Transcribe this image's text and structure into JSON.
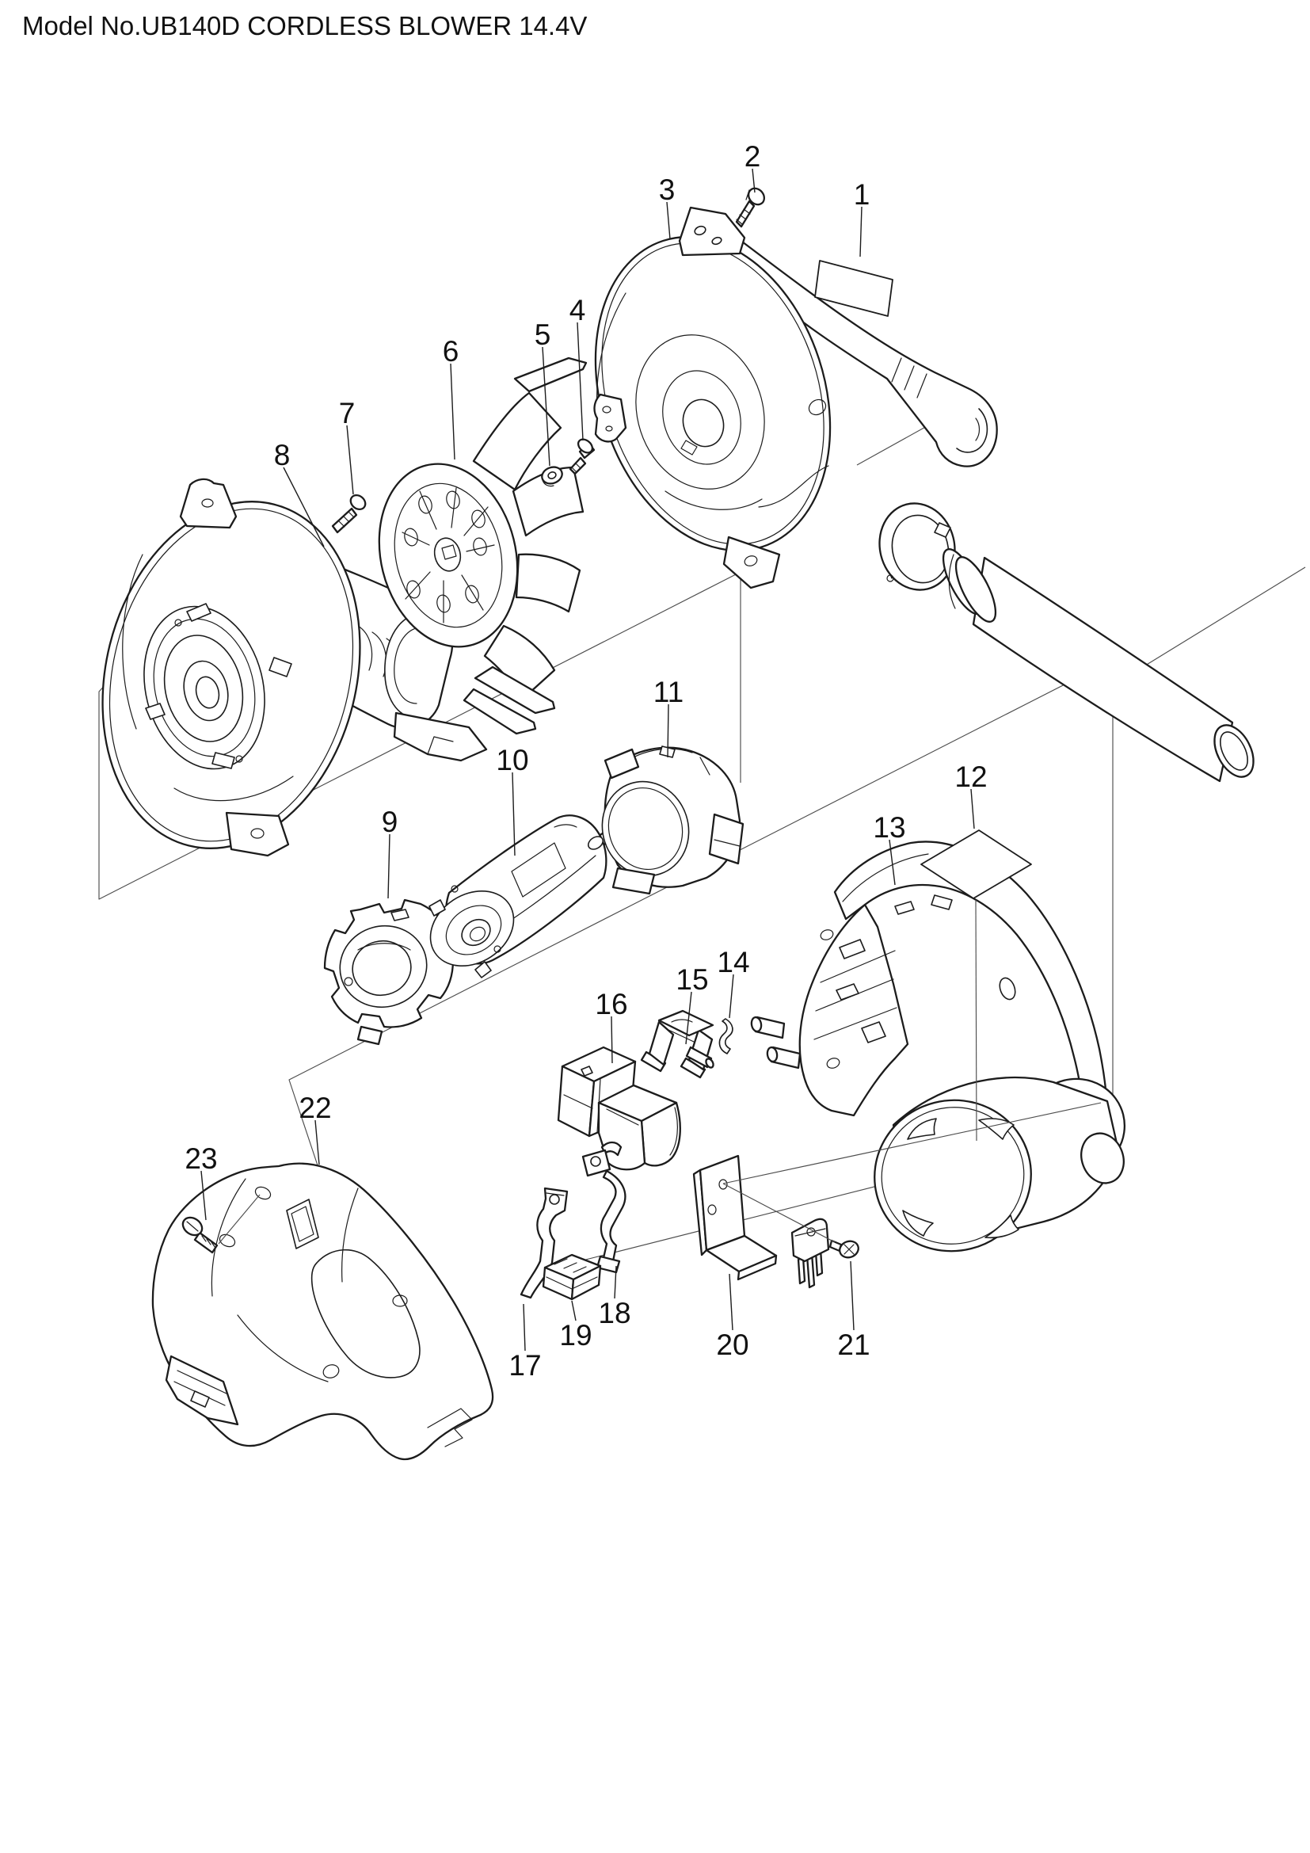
{
  "title": "Model No.UB140D CORDLESS BLOWER 14.4V",
  "diagram": {
    "type": "exploded-parts-diagram",
    "background": "#ffffff",
    "line_color": "#1c1c1c",
    "construction_line_color": "#4d4d4d",
    "callouts": {
      "c1": "1",
      "c2": "2",
      "c3": "3",
      "c4": "4",
      "c5": "5",
      "c6": "6",
      "c7": "7",
      "c8": "8",
      "c9": "9",
      "c10": "10",
      "c11": "11",
      "c12": "12",
      "c13": "13",
      "c14": "14",
      "c15": "15",
      "c16": "16",
      "c17": "17",
      "c18": "18",
      "c19": "19",
      "c20": "20",
      "c21": "21",
      "c22": "22",
      "c23": "23"
    }
  }
}
